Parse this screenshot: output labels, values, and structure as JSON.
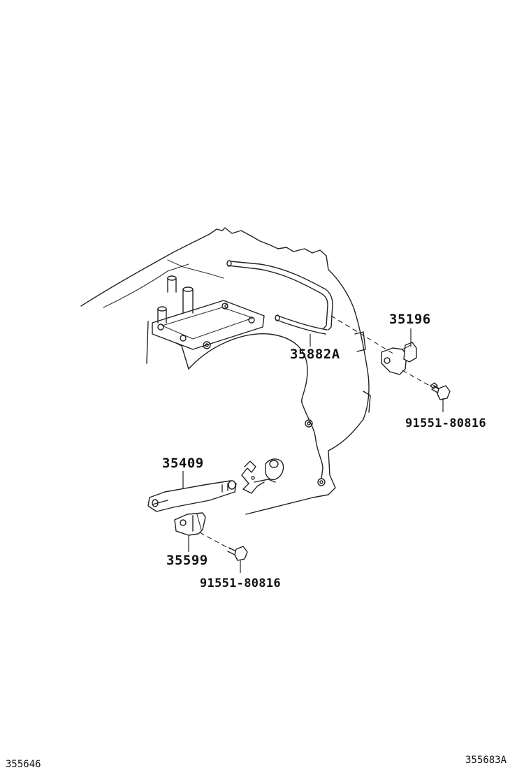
{
  "parts": {
    "p35196": "35196",
    "p35882a": "35882A",
    "p91551_upper": "91551-80816",
    "p35409": "35409",
    "p35599": "35599",
    "p91551_lower": "91551-80816"
  },
  "footer": {
    "left_code": "355646",
    "right_code": "355683A"
  }
}
